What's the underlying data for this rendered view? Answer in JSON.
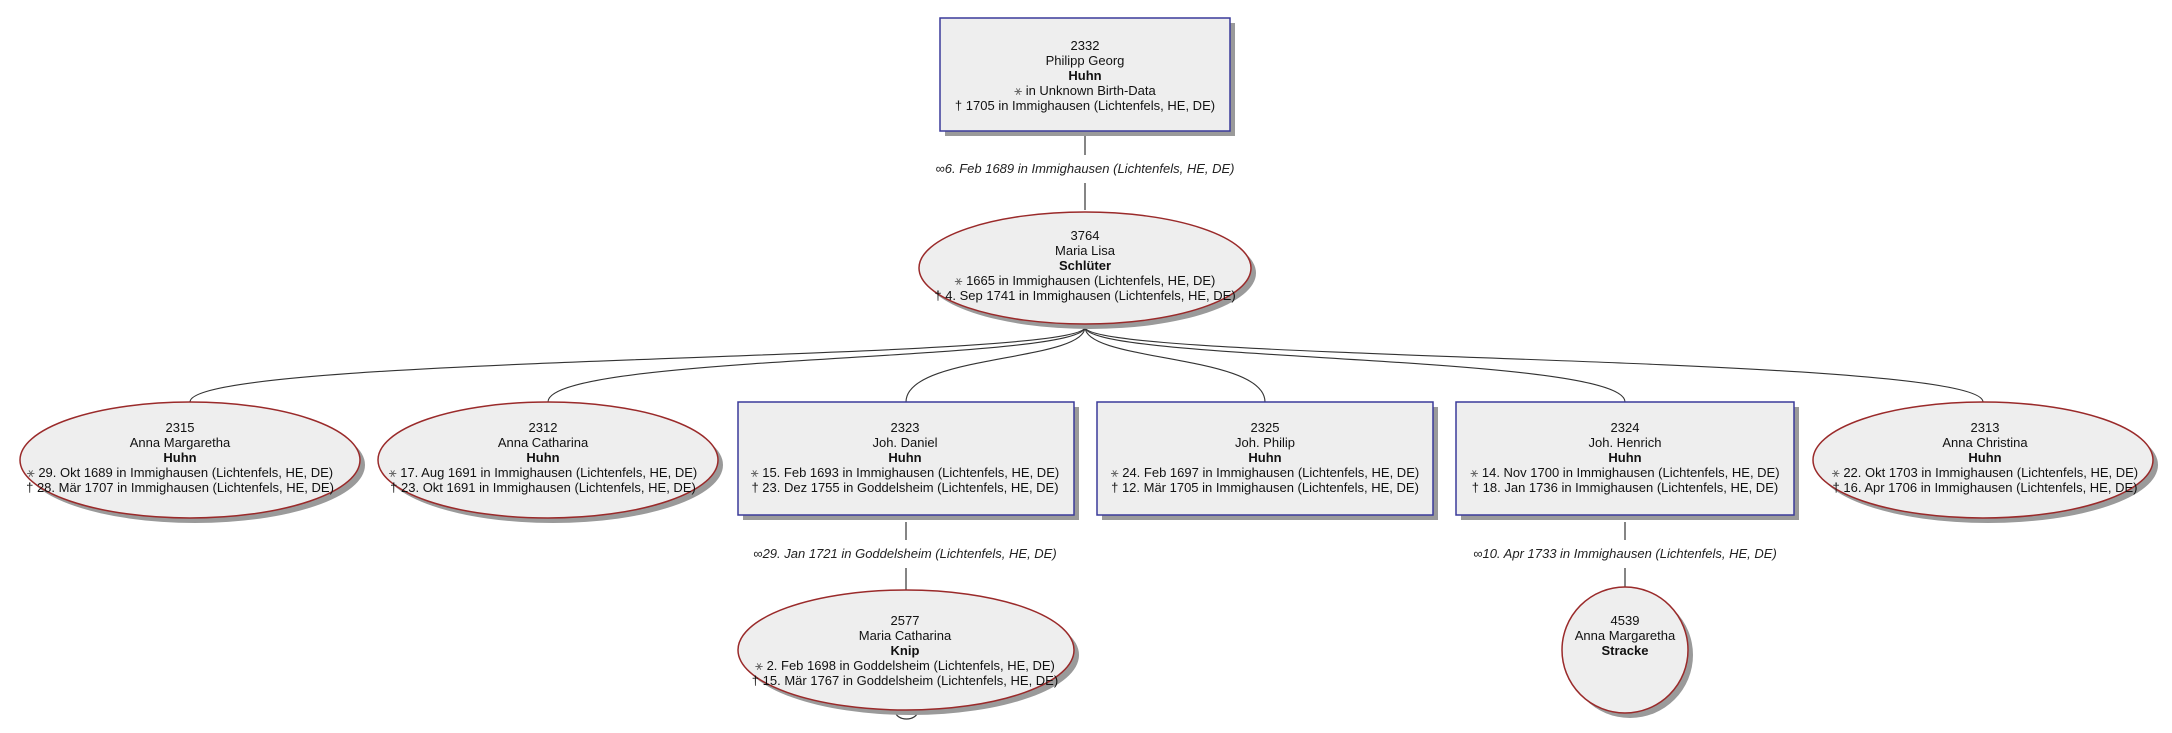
{
  "persons": [
    {
      "id": "2332",
      "given": "Philipp Georg",
      "surname": "Huhn",
      "birth": "in Unknown Birth-Data",
      "death": "1705 in Immighausen (Lichtenfels, HE, DE)"
    },
    {
      "id": "3764",
      "given": "Maria Lisa",
      "surname": "Schlüter",
      "birth": "1665 in Immighausen (Lichtenfels, HE, DE)",
      "death": "4. Sep 1741 in Immighausen (Lichtenfels, HE, DE)"
    },
    {
      "id": "2315",
      "given": "Anna Margaretha",
      "surname": "Huhn",
      "birth": "29. Okt 1689 in Immighausen (Lichtenfels, HE, DE)",
      "death": "28. Mär 1707 in Immighausen (Lichtenfels, HE, DE)"
    },
    {
      "id": "2312",
      "given": "Anna Catharina",
      "surname": "Huhn",
      "birth": "17. Aug 1691 in Immighausen (Lichtenfels, HE, DE)",
      "death": "23. Okt 1691 in Immighausen (Lichtenfels, HE, DE)"
    },
    {
      "id": "2323",
      "given": "Joh. Daniel",
      "surname": "Huhn",
      "birth": "15. Feb 1693 in Immighausen (Lichtenfels, HE, DE)",
      "death": "23. Dez 1755 in Goddelsheim (Lichtenfels, HE, DE)"
    },
    {
      "id": "2325",
      "given": "Joh. Philip",
      "surname": "Huhn",
      "birth": "24. Feb 1697 in Immighausen (Lichtenfels, HE, DE)",
      "death": "12. Mär 1705 in Immighausen (Lichtenfels, HE, DE)"
    },
    {
      "id": "2324",
      "given": "Joh. Henrich",
      "surname": "Huhn",
      "birth": "14. Nov 1700 in Immighausen (Lichtenfels, HE, DE)",
      "death": "18. Jan 1736 in Immighausen (Lichtenfels, HE, DE)"
    },
    {
      "id": "2313",
      "given": "Anna Christina",
      "surname": "Huhn",
      "birth": "22. Okt 1703 in Immighausen (Lichtenfels, HE, DE)",
      "death": "16. Apr 1706 in Immighausen (Lichtenfels, HE, DE)"
    },
    {
      "id": "2577",
      "given": "Maria Catharina",
      "surname": "Knip",
      "birth": "2. Feb 1698 in Goddelsheim (Lichtenfels, HE, DE)",
      "death": "15. Mär 1767 in Goddelsheim (Lichtenfels, HE, DE)"
    },
    {
      "id": "4539",
      "given": "Anna Margaretha",
      "surname": "Stracke",
      "birth": "",
      "death": ""
    }
  ],
  "marriages": [
    {
      "label": "6. Feb 1689 in Immighausen (Lichtenfels, HE, DE)"
    },
    {
      "label": "29. Jan 1721 in Goddelsheim (Lichtenfels, HE, DE)"
    },
    {
      "label": "10. Apr 1733 in Immighausen (Lichtenfels, HE, DE)"
    }
  ],
  "symbols": {
    "birth": "⚹",
    "death": "†",
    "marriage": "∞"
  },
  "colors": {
    "male_border": "#3a3a9a",
    "female_border": "#9a2a2a",
    "node_fill": "#eeeeee",
    "shadow": "#9a9a9a",
    "line": "#333333"
  }
}
